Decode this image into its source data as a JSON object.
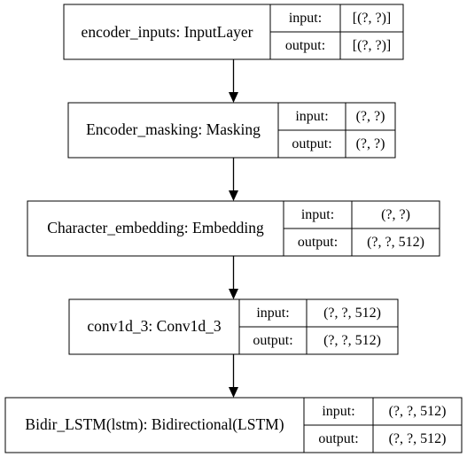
{
  "diagram": {
    "input_label": "input:",
    "output_label": "output:",
    "layers": [
      {
        "name": "encoder_inputs: InputLayer",
        "input_shape": "[(?, ?)]",
        "output_shape": "[(?, ?)]"
      },
      {
        "name": "Encoder_masking: Masking",
        "input_shape": "(?, ?)",
        "output_shape": "(?, ?)"
      },
      {
        "name": "Character_embedding: Embedding",
        "input_shape": "(?, ?)",
        "output_shape": "(?, ?, 512)"
      },
      {
        "name": "conv1d_3: Conv1d_3",
        "input_shape": "(?, ?, 512)",
        "output_shape": "(?, ?, 512)"
      },
      {
        "name": "Bidir_LSTM(lstm): Bidirectional(LSTM)",
        "input_shape": "(?, ?, 512)",
        "output_shape": "(?, ?, 512)"
      }
    ],
    "edges": [
      {
        "from": 0,
        "to": 1
      },
      {
        "from": 1,
        "to": 2
      },
      {
        "from": 2,
        "to": 3
      },
      {
        "from": 3,
        "to": 4
      }
    ],
    "colors": {
      "stroke": "#000000",
      "background": "#ffffff",
      "text": "#000000"
    }
  }
}
